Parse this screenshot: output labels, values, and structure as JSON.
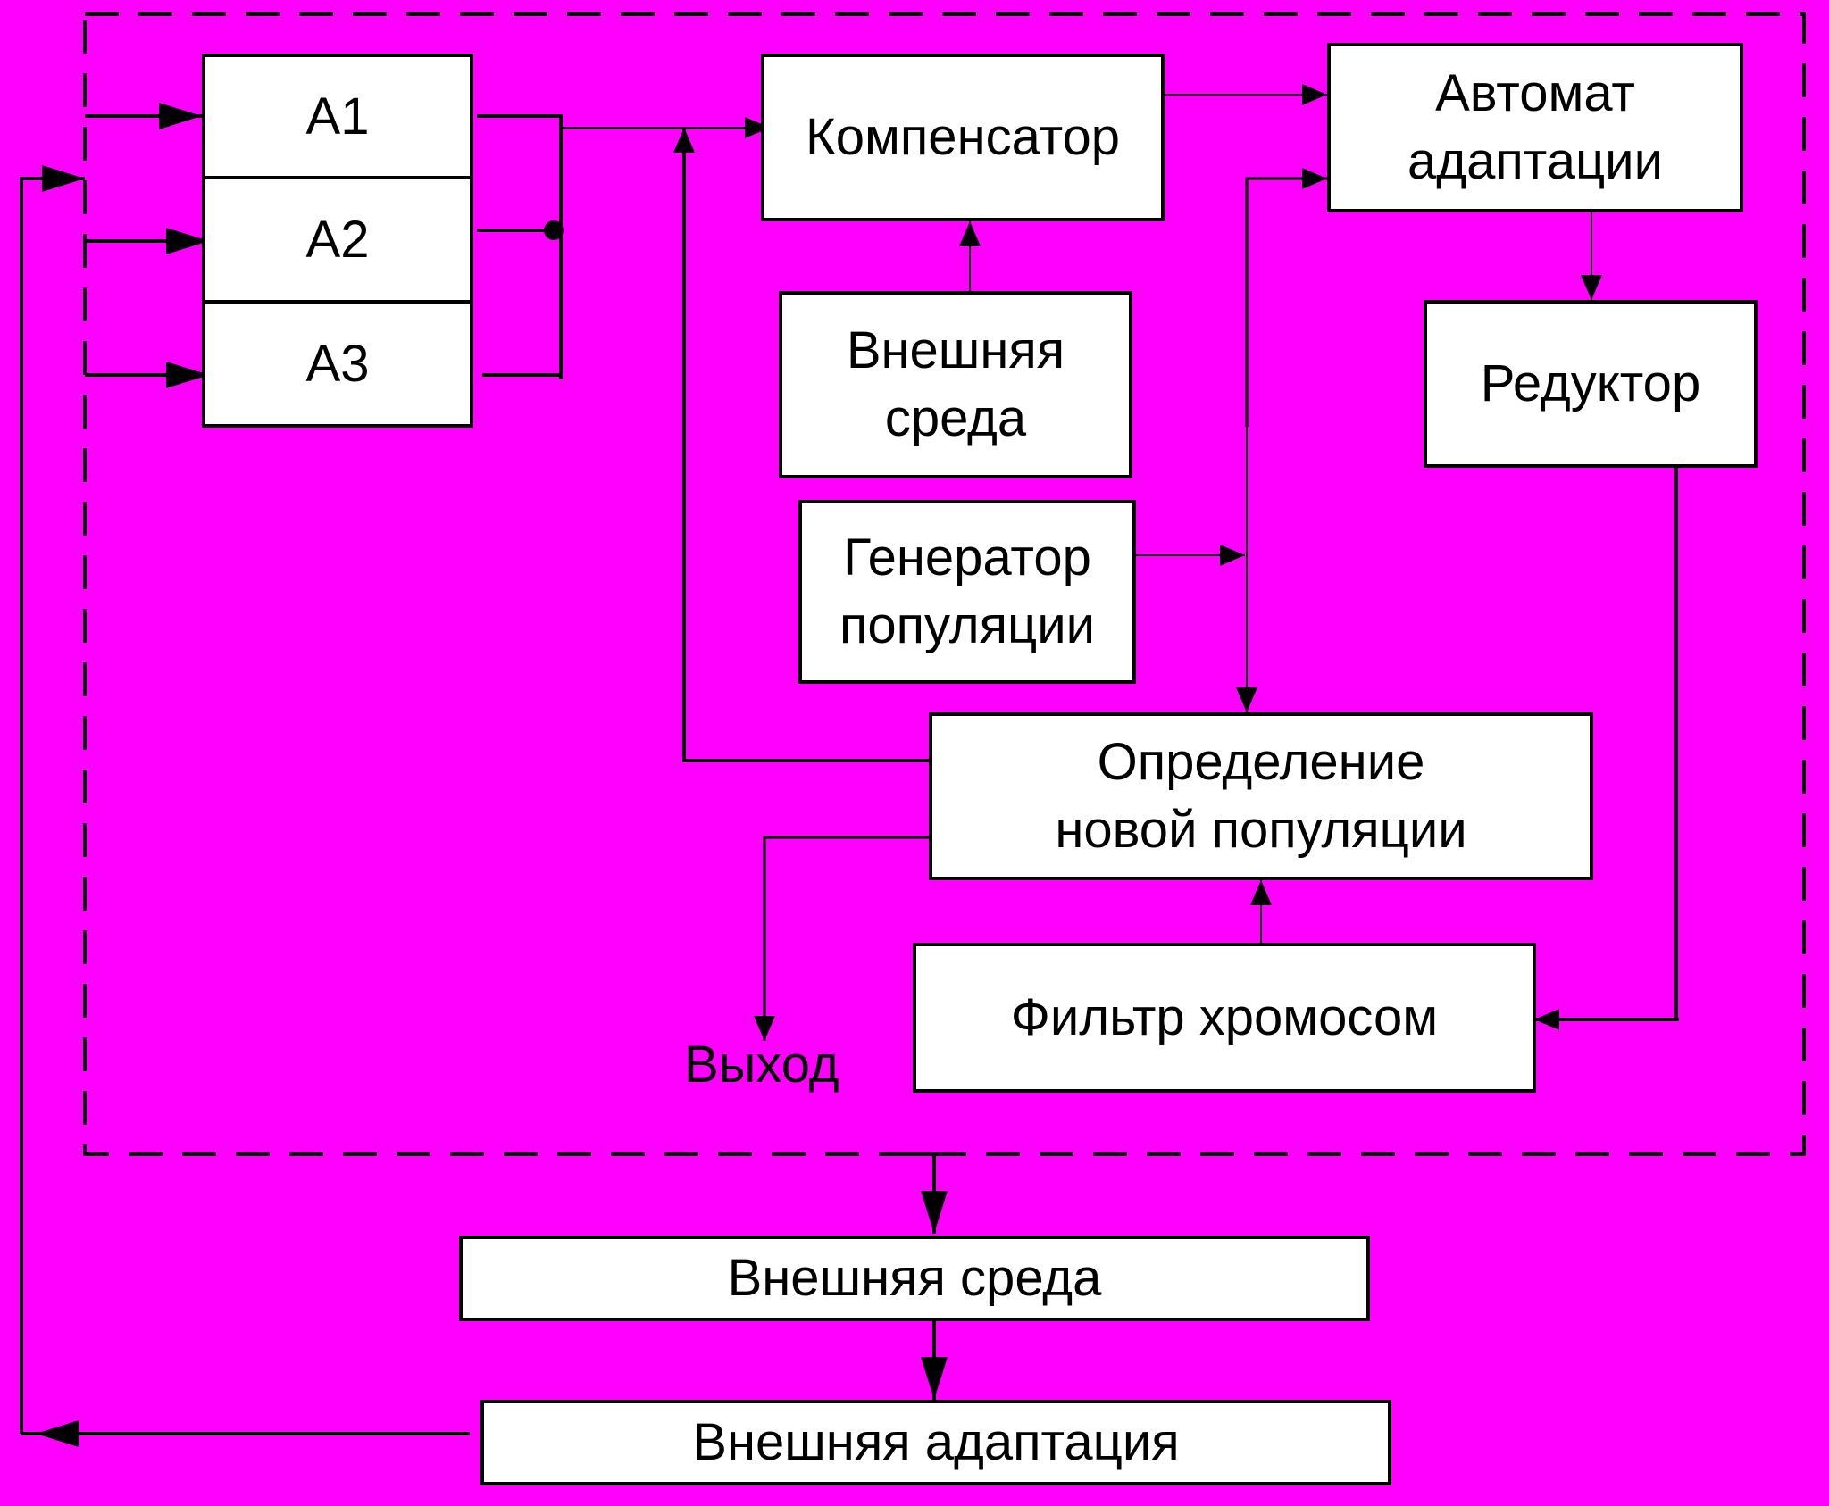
{
  "colors": {
    "background": "#ff00ff",
    "box_fill": "#ffffff",
    "line": "#000000"
  },
  "blocks": {
    "a1": "А1",
    "a2": "А2",
    "a3": "А3",
    "compensator": "Компенсатор",
    "adaptation_automaton": "Автомат\nадаптации",
    "internal_env": "Внешняя\nсреда",
    "reducer": "Редуктор",
    "population_generator": "Генератор\nпопуляции",
    "new_population": "Определение\nновой  популяции",
    "chromosome_filter": "Фильтр хромосом",
    "external_env": "Внешняя среда",
    "external_adaptation": "Внешняя адаптация"
  },
  "labels": {
    "output": "Выход"
  }
}
